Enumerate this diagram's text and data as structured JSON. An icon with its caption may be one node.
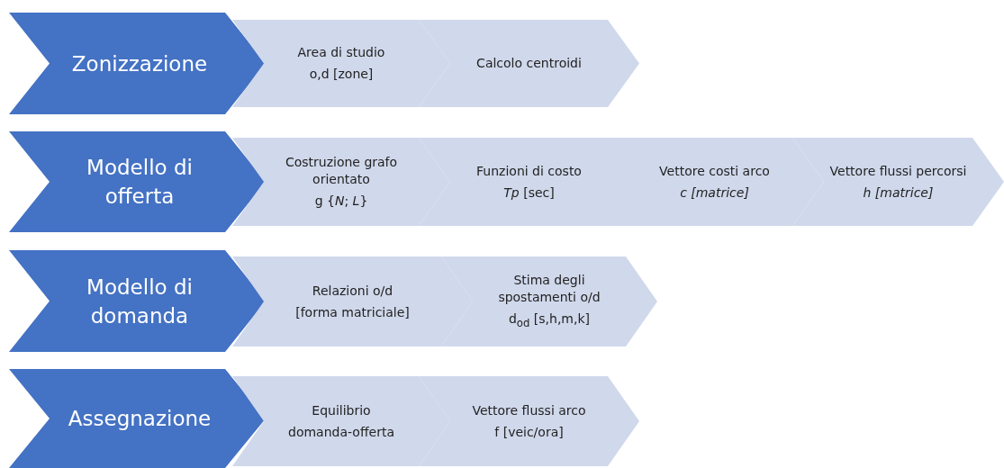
{
  "diagram": {
    "nodes": [
      {
        "text": [
          "Zonizzazione"
        ]
      },
      {
        "text": [
          "Area di studio",
          "o,d [zone]"
        ]
      },
      {
        "text": [
          "Calcolo centroidi"
        ]
      },
      {
        "text": [
          "Modello di offerta"
        ]
      },
      {
        "text": [
          "Costruzione grafo orientato",
          "g {*N*; *L*}"
        ]
      },
      {
        "text": [
          "Funzioni di costo",
          "*Tp* [sec]"
        ]
      },
      {
        "text": [
          "Vettore costi arco",
          "*c [matrice]*"
        ]
      },
      {
        "text": [
          "Vettore flussi percorsi",
          "*h [matrice]*"
        ]
      },
      {
        "text": [
          "Modello di domanda"
        ]
      },
      {
        "text": [
          "Relazioni o/d",
          "[forma matriciale]"
        ]
      },
      {
        "text": [
          "Stima degli spostamenti o/d",
          "d$_{od}$ [s,h,m,k]"
        ]
      },
      {
        "text": [
          "Assegnazione"
        ]
      },
      {
        "text": [
          "Equilibrio",
          "domanda-offerta"
        ]
      },
      {
        "text": [
          "Vettore flussi arco",
          "f [veic/ora]"
        ]
      }
    ]
  }
}
